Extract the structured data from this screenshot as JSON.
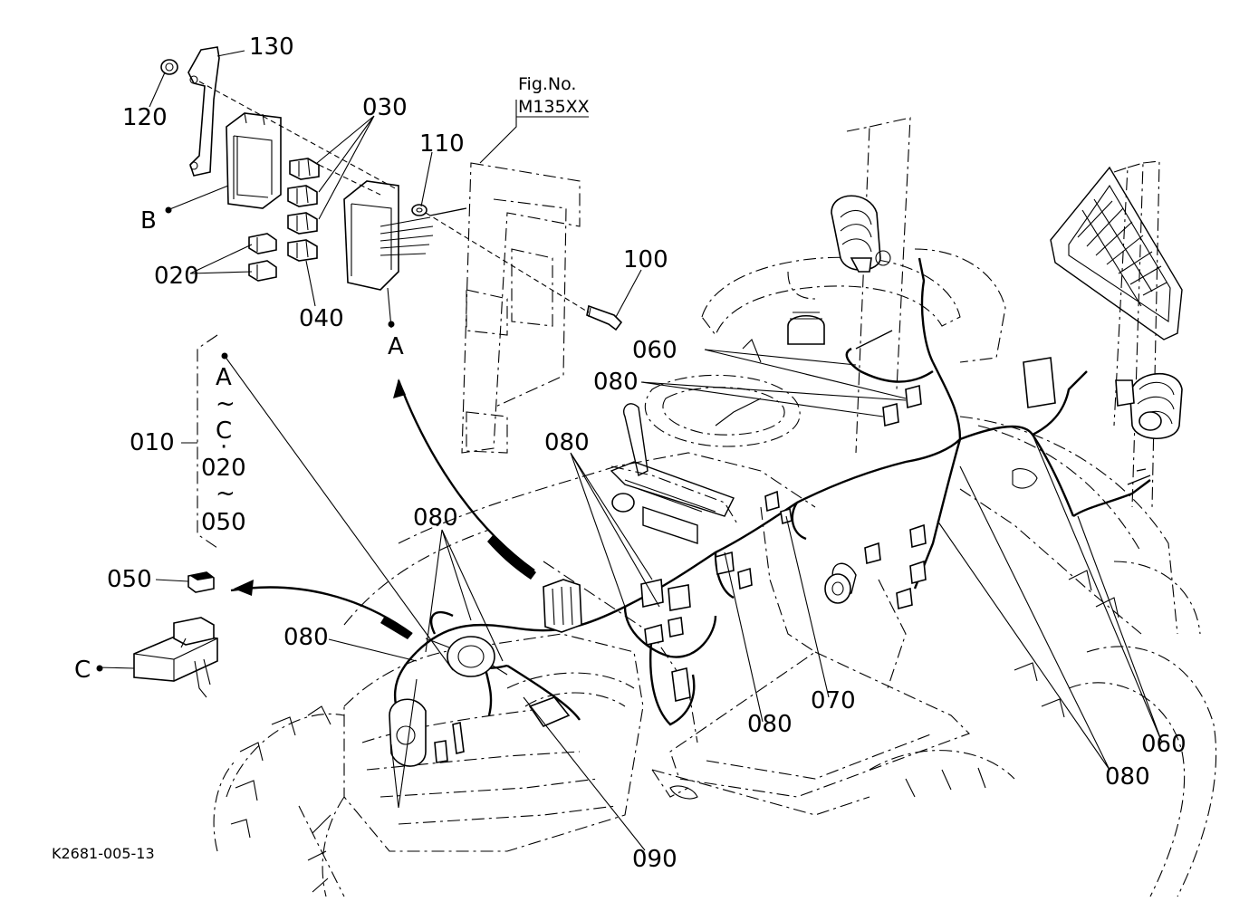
{
  "figure": {
    "ref_label": "Fig.No.",
    "ref_code": "M135XX",
    "drawing_code": "K2681-005-13"
  },
  "callouts": {
    "p010": "010",
    "p020": "020",
    "p030": "030",
    "p040": "040",
    "p050": "050",
    "p060a": "060",
    "p060b": "060",
    "p070": "070",
    "p080a": "080",
    "p080b": "080",
    "p080c": "080",
    "p080d": "080",
    "p080e": "080",
    "p080f": "080",
    "p090": "090",
    "p100": "100",
    "p110": "110",
    "p120": "120",
    "p130": "130"
  },
  "markers": {
    "a": "A",
    "b": "B",
    "c": "C"
  },
  "range_bracket": {
    "from": "A",
    "tilde1": "~",
    "to": "C",
    "sep": "·",
    "from2": "020",
    "tilde2": "~",
    "to2": "050"
  }
}
